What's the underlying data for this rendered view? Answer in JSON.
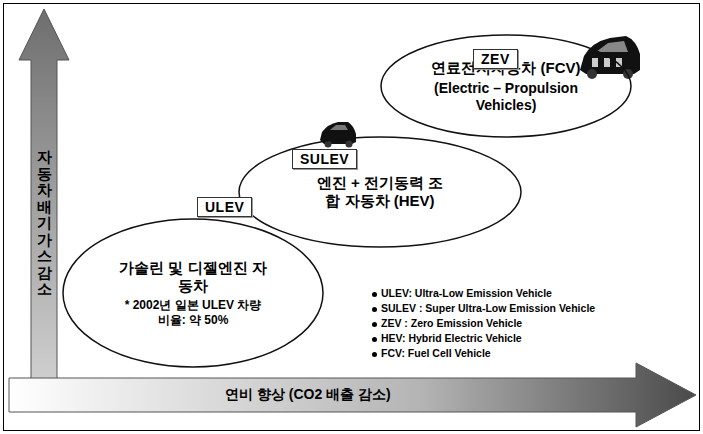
{
  "diagram": {
    "nodes": [
      {
        "text": [
          "자동차 배기가스 감소"
        ]
      },
      {
        "text": [
          "ZEV"
        ]
      },
      {
        "text": [
          "연료전지자동차 (FCV)",
          "(Electric – Propulsion Vehicles)"
        ]
      },
      {
        "text": [
          "SULEV"
        ]
      },
      {
        "text": [
          "엔진 + 전기동력 조합 자동차 (HEV)"
        ]
      },
      {
        "text": [
          "ULEV"
        ]
      },
      {
        "text": [
          "가솔린 및 디젤엔진 자동차",
          "* 2002년 일본 ULEV 차량 비율: 약 50%"
        ]
      },
      {
        "text": [
          "연비 향상 (CO2 배출 감소)"
        ]
      }
    ],
    "labels": [
      "ULEV: Ultra-Low Emission Vehicle",
      "SULEV : Super Ultra-Low Emission Vehicle",
      "ZEV : Zero Emission Vehicle",
      "HEV: Hybrid Electric Vehicle",
      "FCV: Fuel Cell Vehicle"
    ]
  }
}
